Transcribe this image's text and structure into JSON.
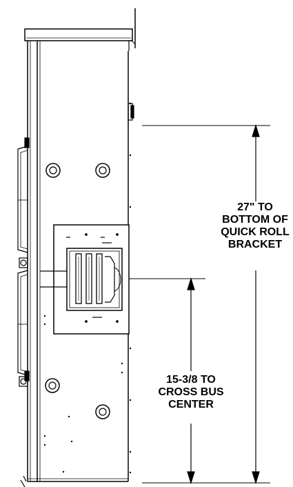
{
  "dimension_upper": {
    "line1": "27\" TO",
    "line2": "BOTTOM OF",
    "line3": "QUICK ROLL",
    "line4": "BRACKET"
  },
  "dimension_lower": {
    "line1": "15-3/8 TO",
    "line2": "CROSS BUS",
    "line3": "CENTER"
  },
  "colors": {
    "line": "#000000",
    "background": "#ffffff"
  }
}
